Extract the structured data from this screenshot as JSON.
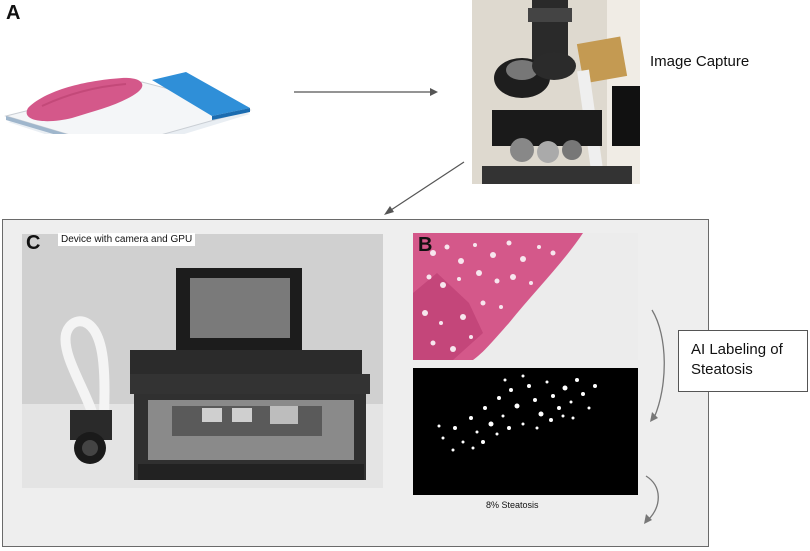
{
  "panels": {
    "a_letter": "A",
    "b_letter": "B",
    "c_letter": "C"
  },
  "captions": {
    "image_capture": "Image Capture",
    "device": "Device with camera and GPU",
    "steatosis_percent": "8% Steatosis"
  },
  "ai_label": {
    "line1": "AI Labeling of",
    "line2": "Steatosis"
  },
  "colors": {
    "tissue_pink": "#d4588a",
    "slide_blue": "#2f8fd8",
    "frame_gray": "#eeeeee"
  }
}
